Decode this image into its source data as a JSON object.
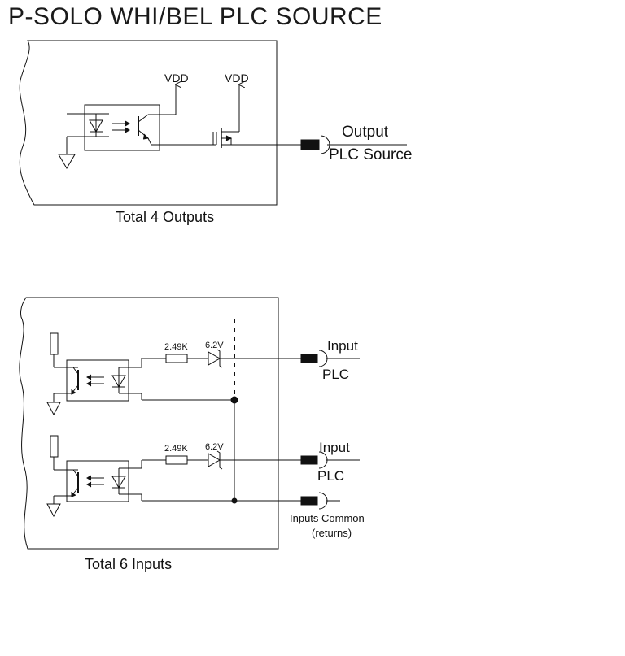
{
  "title": "P-SOLO WHI/BEL PLC SOURCE",
  "output_section": {
    "vdd_left": "VDD",
    "vdd_right": "VDD",
    "connector_label_top": "Output",
    "connector_label_bottom": "PLC Source",
    "caption": "Total 4 Outputs"
  },
  "input_section": {
    "channels": [
      {
        "resistor": "2.49K",
        "zener": "6.2V",
        "label_top": "Input",
        "label_bottom": "PLC"
      },
      {
        "resistor": "2.49K",
        "zener": "6.2V",
        "label_top": "Input",
        "label_bottom": "PLC"
      }
    ],
    "common_label_1": "Inputs Common",
    "common_label_2": "(returns)",
    "caption": "Total 6 Inputs"
  }
}
